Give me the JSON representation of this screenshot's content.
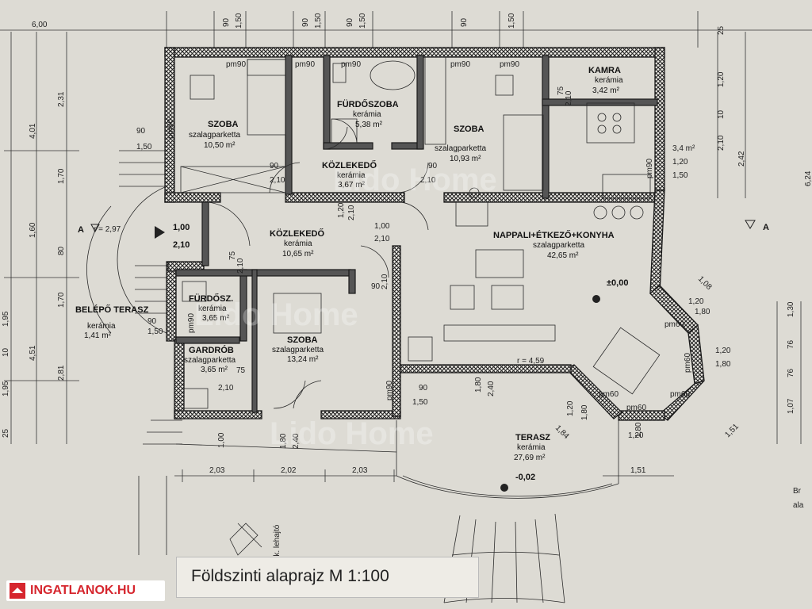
{
  "caption": "Földszinti alaprajz  M 1:100",
  "logo": "INGATLANOK.HU",
  "watermark": "Lido Home",
  "rooms": [
    {
      "id": "szoba1",
      "name": "SZOBA",
      "floor": "szalagparketta",
      "area": "10,50 m²"
    },
    {
      "id": "furdoszoba",
      "name": "FÜRDŐSZOBA",
      "floor": "kerámia",
      "area": "5,38 m²"
    },
    {
      "id": "szoba2",
      "name": "SZOBA",
      "floor": "szalagparketta",
      "area": "10,93 m²"
    },
    {
      "id": "kamra",
      "name": "KAMRA",
      "floor": "kerámia",
      "area": "3,42 m²"
    },
    {
      "id": "kozlekedo1",
      "name": "KÖZLEKEDŐ",
      "floor": "kerámia",
      "area": "3,67 m²"
    },
    {
      "id": "kozlekedo2",
      "name": "KÖZLEKEDŐ",
      "floor": "kerámia",
      "area": "10,65 m²"
    },
    {
      "id": "nappali",
      "name": "NAPPALI+ÉTKEZŐ+KONYHA",
      "floor": "szalagparketta",
      "area": "42,65 m²"
    },
    {
      "id": "furdo2",
      "name": "FÜRDŐSZ.",
      "floor": "kerámia",
      "area": "3,65 m²"
    },
    {
      "id": "szoba3",
      "name": "SZOBA",
      "floor": "szalagparketta",
      "area": "13,24 m²"
    },
    {
      "id": "gardrob",
      "name": "GARDRÓB",
      "floor": "szalagparketta",
      "area": "3,65 m²"
    },
    {
      "id": "belepo",
      "name": "BELÉPŐ TERASZ",
      "floor": "kerámia",
      "area": "1,41 m²"
    },
    {
      "id": "terasz",
      "name": "TERASZ",
      "floor": "kerámia",
      "area": "27,69 m²"
    }
  ],
  "labels": {
    "top_left": "6,00",
    "top_dims": [
      "90",
      "1,50",
      "90",
      "1,50",
      "90",
      "1,50",
      "90",
      "1,50"
    ],
    "right_top": "25",
    "left_dims": [
      "4,01",
      "2,31",
      "1,70",
      "1,60",
      "80",
      "1,70",
      "4,51",
      "1,95",
      "10",
      "1,95",
      "2,81",
      "25"
    ],
    "right_dims": [
      "1,20",
      "10",
      "2,10",
      "2,42",
      "6,24",
      "1,30",
      "76",
      "1,07",
      "76",
      "1,51"
    ],
    "bottom_dims": [
      "2,03",
      "2,02",
      "2,03",
      "1,51"
    ],
    "section_a_left": "A",
    "section_a_right": "A",
    "level_zero": "±0,00",
    "level_terrace": "-0,02",
    "radius1": "r = 2,97",
    "radius2": "r = 4,59",
    "gk": "g.k. lehajtó",
    "pm": "pm90",
    "pm60": "pm60",
    "d100": "1,00",
    "d210": "2,10",
    "d90": "90",
    "d75": "75",
    "d150": "1,50",
    "d120": "1,20",
    "d180": "1,80",
    "d240": "2,40",
    "d108": "1,08",
    "d184": "1,84",
    "d34": "3,4 m²",
    "right_partial": "Br",
    "right_partial2": "ala"
  }
}
